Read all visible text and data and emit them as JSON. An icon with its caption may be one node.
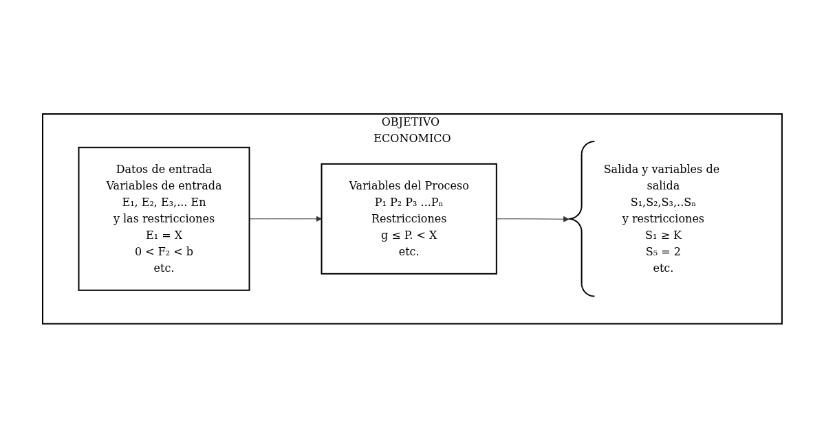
{
  "diagram": {
    "nodes": [
      {
        "text": [
          "OBJETIVO ECONOMICO"
        ]
      },
      {
        "text": [
          "Datos de entrada",
          "Variables de entrada",
          "E₁, E₂, E₃,... En",
          "y las restricciones",
          "E₁ = X",
          "0 < F₂ < b",
          "etc."
        ],
        "in": 0
      },
      {
        "text": [
          "Variables del Proceso",
          "P₁ P₂ P₃ ...Pₙ",
          "Restricciones",
          "g ≤ P. < X",
          "etc."
        ],
        "in": 0
      },
      {
        "text": [
          "Salida y variables de salida",
          "S₁,S₂,S₃,..Sₙ",
          "y restricciones",
          "S₁ ≥ K",
          "S₅ = 2",
          "etc."
        ],
        "in": 0
      }
    ],
    "edges": [
      {
        "from": 1,
        "to": 2,
        "arrow": "to"
      },
      {
        "from": 2,
        "to": 3,
        "arrow": "to"
      }
    ]
  }
}
